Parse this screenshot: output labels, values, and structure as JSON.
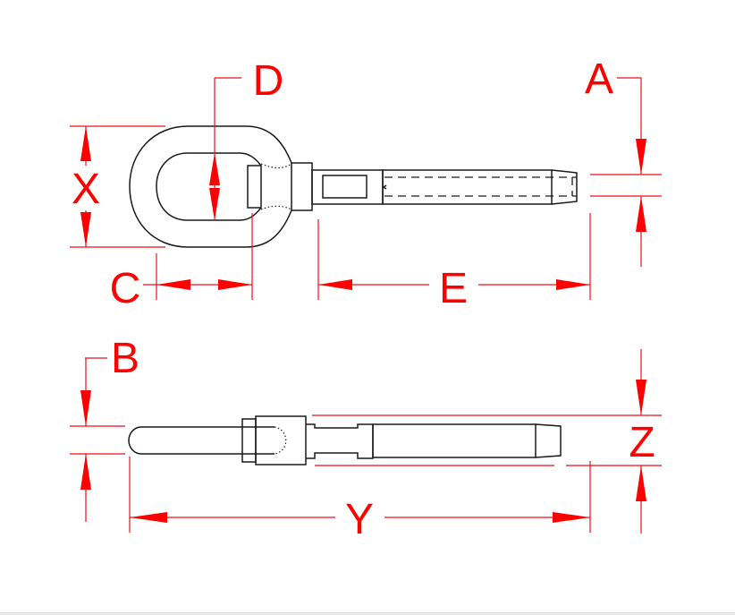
{
  "diagram": {
    "labels": {
      "A": "A",
      "B": "B",
      "C": "C",
      "D": "D",
      "E": "E",
      "X": "X",
      "Y": "Y",
      "Z": "Z"
    },
    "colors": {
      "dimension": "#ff0000",
      "part": "#1a1a1a"
    }
  }
}
